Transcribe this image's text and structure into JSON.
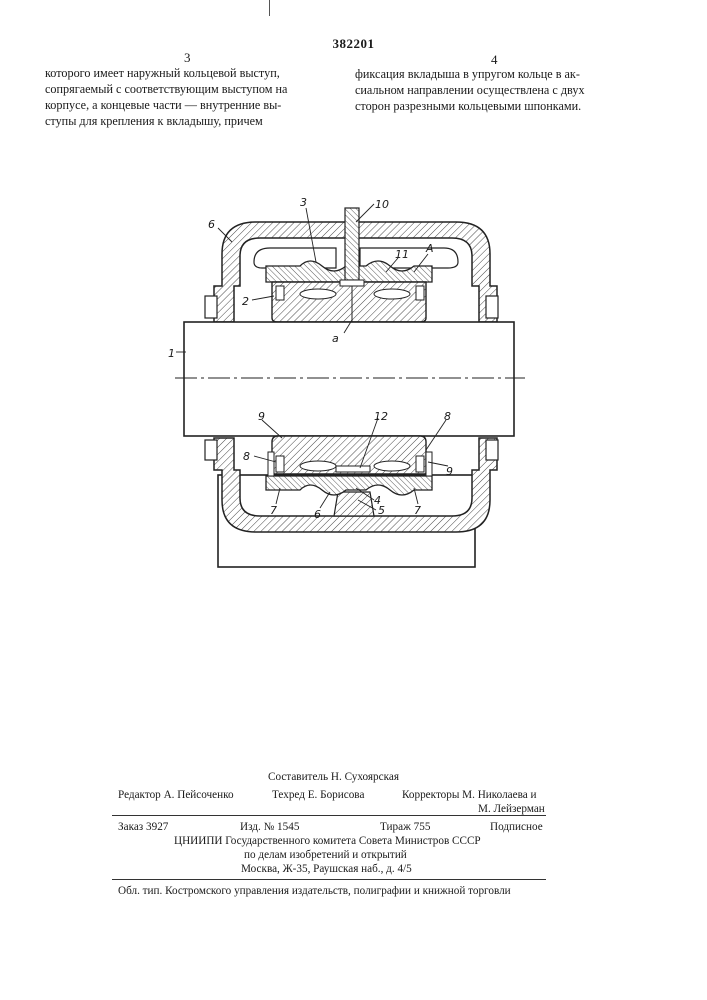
{
  "header": {
    "patent_number": "382201",
    "left_column_number": "3",
    "right_column_number": "4"
  },
  "left_column_lines": [
    "которого имеет наружный кольцевой выступ,",
    "сопрягаемый с соответствующим выступом на",
    "корпусе, а концевые части — внутренние вы-",
    "ступы для крепления к вкладышу, причем"
  ],
  "right_column_lines": [
    "фиксация вкладыша в упругом кольце в ак-",
    "сиальном направлении осуществлена с двух",
    "сторон разрезными кольцевыми шпонками."
  ],
  "figure": {
    "labels": {
      "l1": "1",
      "l2": "2",
      "l3": "3",
      "l4": "4",
      "l5": "5",
      "l6a": "6",
      "l6b": "6",
      "l7a": "7",
      "l7b": "7",
      "l8a": "8",
      "l8b": "8",
      "l9a": "9",
      "l9b": "9",
      "l10": "10",
      "l11": "11",
      "l12": "12",
      "lA": "A",
      "la": "a"
    }
  },
  "footer": {
    "compiler": "Составитель Н. Сухоярская",
    "editor": "Редактор А. Пейсоченко",
    "techred": "Техред Е. Борисова",
    "correctors_1": "Корректоры М. Николаева и",
    "correctors_2": "М. Лейзерман",
    "order": "Заказ 3927",
    "issue": "Изд. № 1545",
    "circulation": "Тираж 755",
    "subscription": "Подписное",
    "org_1": "ЦНИИПИ Государственного комитета Совета Министров СССР",
    "org_2": "по делам изобретений и открытий",
    "address": "Москва, Ж-35, Раушская наб., д. 4/5",
    "printer": "Обл. тип. Костромского управления издательств, полиграфии и книжной торговли"
  }
}
